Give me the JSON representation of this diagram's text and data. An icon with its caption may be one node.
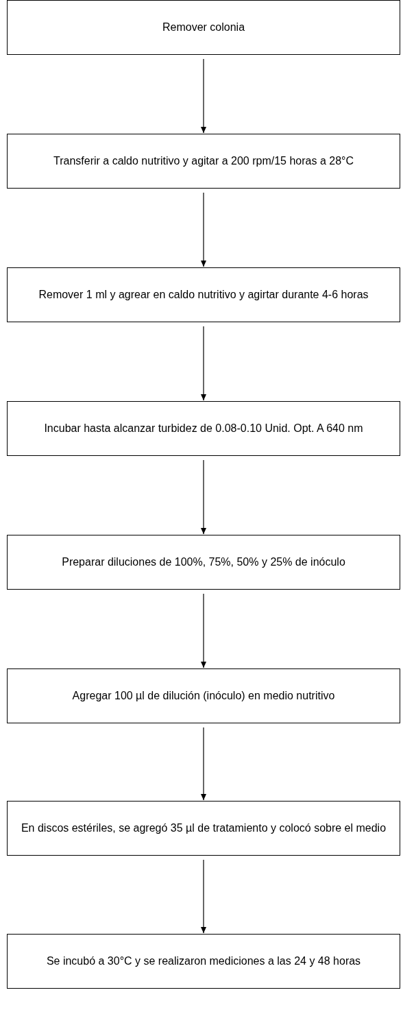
{
  "diagram": {
    "nodes": [
      {
        "text": [
          "Remover colonia"
        ]
      },
      {
        "text": [
          "Transferir a caldo nutritivo y agitar a 200 rpm/15 horas a 28°C"
        ]
      },
      {
        "text": [
          "Remover 1 ml y agrear en caldo nutritivo y agirtar durante 4-6 horas"
        ]
      },
      {
        "text": [
          "Incubar hasta alcanzar turbidez de 0.08-0.10 Unid. Opt. A 640 nm"
        ]
      },
      {
        "text": [
          "Preparar diluciones de 100%, 75%, 50% y 25% de inóculo"
        ]
      },
      {
        "text": [
          "Agregar 100 µl de dilución (inóculo) en medio nutritivo"
        ]
      },
      {
        "text": [
          "En discos estériles, se agregó 35 µl de tratamiento y colocó sobre el medio"
        ]
      },
      {
        "text": [
          "Se incubó a 30°C y se realizaron mediciones a las 24 y 48 horas"
        ]
      }
    ],
    "edges": [
      {
        "from": 0,
        "to": 1,
        "arrow": "to"
      },
      {
        "from": 1,
        "to": 2,
        "arrow": "to"
      },
      {
        "from": 2,
        "to": 3,
        "arrow": "to"
      },
      {
        "from": 3,
        "to": 4,
        "arrow": "to"
      },
      {
        "from": 4,
        "to": 5,
        "arrow": "to"
      },
      {
        "from": 5,
        "to": 6,
        "arrow": "to"
      },
      {
        "from": 6,
        "to": 7,
        "arrow": "to"
      }
    ]
  }
}
